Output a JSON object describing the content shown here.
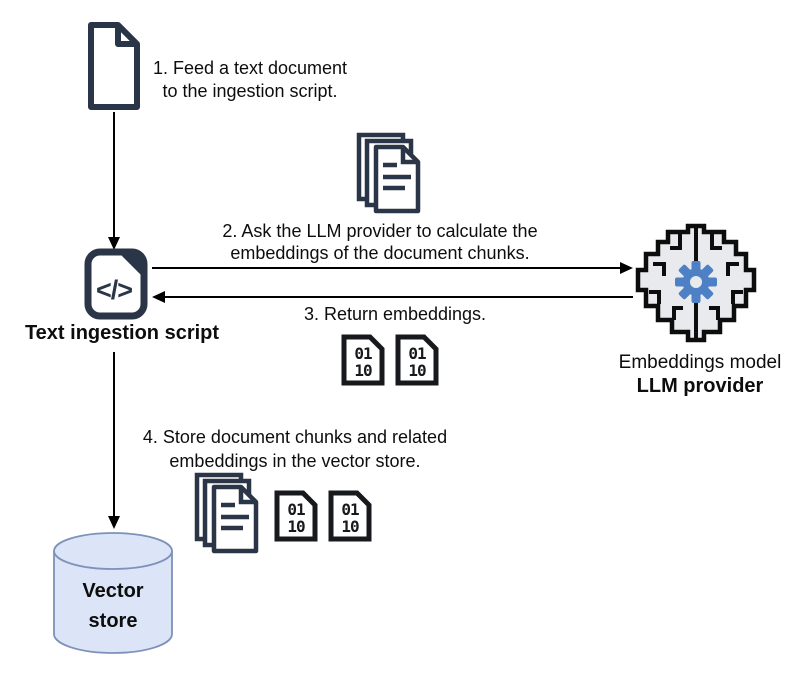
{
  "colors": {
    "background": "#ffffff",
    "icon_navy": "#2a3647",
    "icon_black": "#17191c",
    "brain_stroke": "#0d0d0d",
    "brain_fill": "#e9eaee",
    "gear_blue": "#4d80c4",
    "cylinder_fill": "#dbe5f7",
    "cylinder_stroke": "#7e91b8",
    "arrow": "#000000",
    "text": "#0d0d0d"
  },
  "steps": {
    "step1": {
      "line1": "1. Feed a text document",
      "line2": "to the ingestion script."
    },
    "step2": {
      "line1": "2. Ask the LLM provider to calculate the",
      "line2": "embeddings of the document chunks."
    },
    "step3": {
      "line1": "3. Return embeddings."
    },
    "step4": {
      "line1": "4. Store document chunks and related",
      "line2": "embeddings in the vector store."
    }
  },
  "nodes": {
    "ingestion": {
      "label": "Text ingestion script",
      "glyph": "</>"
    },
    "provider": {
      "line1": "Embeddings model",
      "line2": "LLM provider"
    },
    "vector_store": {
      "line1": "Vector",
      "line2": "store"
    }
  },
  "binary_icon": {
    "row1": "01",
    "row2": "10"
  },
  "icons": {
    "document": "blank-document-icon",
    "code_file": "code-file-icon",
    "document_stack": "document-stack-icon",
    "binary_file": "binary-file-icon",
    "brain": "brain-maze-icon",
    "gear": "gear-icon",
    "database": "database-cylinder-icon"
  }
}
